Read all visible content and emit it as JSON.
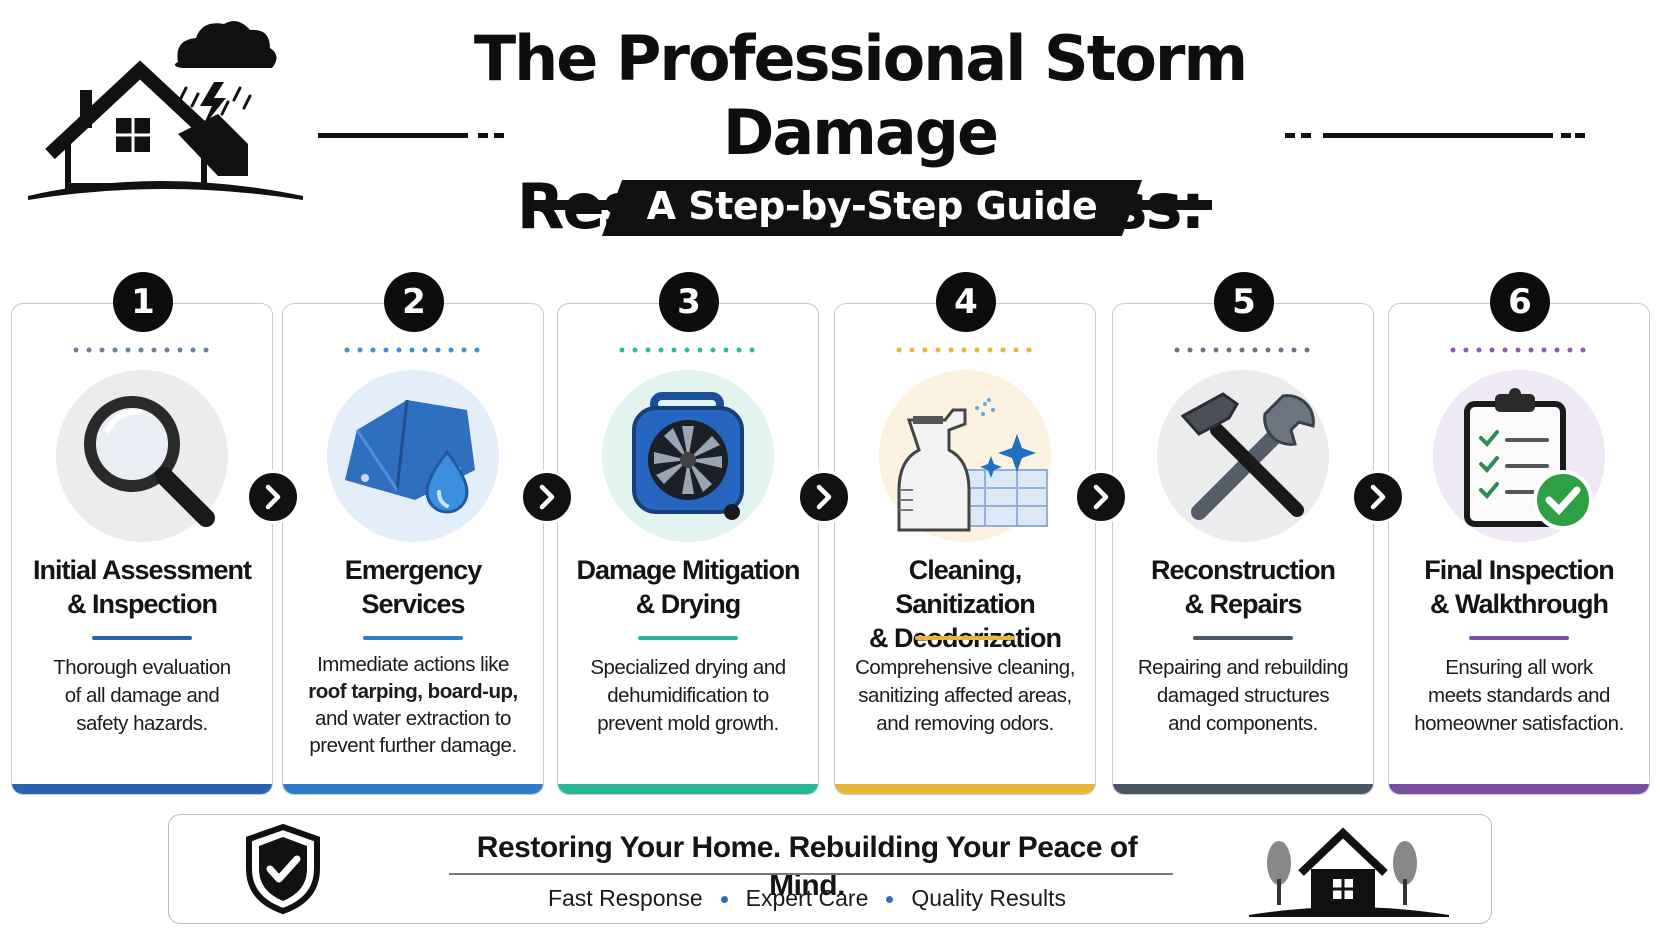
{
  "header": {
    "title_line1": "The Professional Storm Damage",
    "title_line2": "Restoration Process:",
    "subtitle": "A Step-by-Step Guide",
    "logo_icon": "house-storm-icon"
  },
  "steps": [
    {
      "number": "1",
      "title_line1": "Initial Assessment",
      "title_line2": "& Inspection",
      "desc": [
        "Thorough evaluation",
        "of all damage and",
        "safety hazards."
      ],
      "icon": "magnifying-glass-icon",
      "accent": "#2b5fb0",
      "circle": "#ebebeb"
    },
    {
      "number": "2",
      "title_line1": "Emergency",
      "title_line2": "Services",
      "desc_line1": "Immediate actions like",
      "desc_line2": "roof tarping, board-up,",
      "desc_line3": "and water extraction to",
      "desc_line4": "prevent further damage.",
      "icon": "tarp-water-drop-icon",
      "accent": "#2d7cc9",
      "circle": "#e4eefa"
    },
    {
      "number": "3",
      "title_line1": "Damage Mitigation",
      "title_line2": "& Drying",
      "desc": [
        "Specialized drying and",
        "dehumidification to",
        "prevent mold growth."
      ],
      "icon": "air-mover-fan-icon",
      "accent": "#2bb59a",
      "circle": "#e3f4f0"
    },
    {
      "number": "4",
      "title_line1": "Cleaning, Sanitization",
      "title_line2": "& Deodorization",
      "desc": [
        "Comprehensive cleaning,",
        "sanitizing affected areas,",
        "and removing odors."
      ],
      "icon": "spray-bottle-sparkle-icon",
      "accent": "#e6b73a",
      "circle": "#fbf3df"
    },
    {
      "number": "5",
      "title_line1": "Reconstruction",
      "title_line2": "& Repairs",
      "desc": [
        "Repairing and rebuilding",
        "damaged structures",
        "and components."
      ],
      "icon": "hammer-wrench-icon",
      "accent": "#4a5566",
      "circle": "#ececee"
    },
    {
      "number": "6",
      "title_line1": "Final Inspection",
      "title_line2": "& Walkthrough",
      "desc": [
        "Ensuring all work",
        "meets standards and",
        "homeowner satisfaction."
      ],
      "icon": "clipboard-checklist-icon",
      "accent": "#7a4fa0",
      "circle": "#efe8f5"
    }
  ],
  "footer": {
    "title": "Restoring Your Home. Rebuilding Your Peace of Mind.",
    "tags": [
      "Fast Response",
      "Expert Care",
      "Quality Results"
    ],
    "left_icon": "shield-check-icon",
    "right_icon": "house-trees-icon"
  }
}
